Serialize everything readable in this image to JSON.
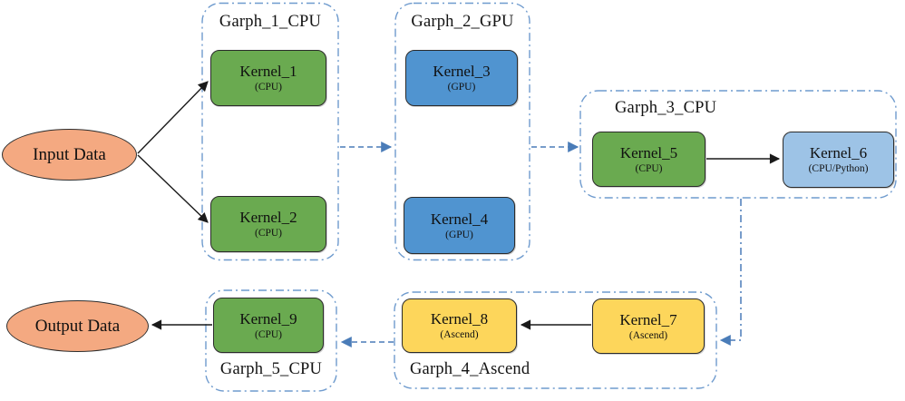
{
  "nodes": {
    "input": {
      "label": "Input Data"
    },
    "output": {
      "label": "Output Data"
    }
  },
  "groups": {
    "g1": {
      "label": "Garph_1_CPU"
    },
    "g2": {
      "label": "Garph_2_GPU"
    },
    "g3": {
      "label": "Garph_3_CPU"
    },
    "g4": {
      "label": "Garph_4_Ascend"
    },
    "g5": {
      "label": "Garph_5_CPU"
    }
  },
  "kernels": {
    "k1": {
      "name": "Kernel_1",
      "device": "(CPU)"
    },
    "k2": {
      "name": "Kernel_2",
      "device": "(CPU)"
    },
    "k3": {
      "name": "Kernel_3",
      "device": "(GPU)"
    },
    "k4": {
      "name": "Kernel_4",
      "device": "(GPU)"
    },
    "k5": {
      "name": "Kernel_5",
      "device": "(CPU)"
    },
    "k6": {
      "name": "Kernel_6",
      "device": "(CPU/Python)"
    },
    "k7": {
      "name": "Kernel_7",
      "device": "(Ascend)"
    },
    "k8": {
      "name": "Kernel_8",
      "device": "(Ascend)"
    },
    "k9": {
      "name": "Kernel_9",
      "device": "(CPU)"
    }
  },
  "edges": [
    {
      "from": "Input Data",
      "to": "Kernel_1",
      "style": "solid"
    },
    {
      "from": "Input Data",
      "to": "Kernel_2",
      "style": "solid"
    },
    {
      "from": "Garph_1_CPU",
      "to": "Garph_2_GPU",
      "style": "dashed"
    },
    {
      "from": "Garph_2_GPU",
      "to": "Garph_3_CPU",
      "style": "dashed"
    },
    {
      "from": "Kernel_5",
      "to": "Kernel_6",
      "style": "solid"
    },
    {
      "from": "Garph_3_CPU",
      "to": "Garph_4_Ascend",
      "style": "dashed"
    },
    {
      "from": "Kernel_7",
      "to": "Kernel_8",
      "style": "solid"
    },
    {
      "from": "Garph_4_Ascend",
      "to": "Garph_5_CPU",
      "style": "dashed"
    },
    {
      "from": "Kernel_9",
      "to": "Output Data",
      "style": "solid"
    }
  ],
  "colors": {
    "cpu_green": "#6aaa50",
    "gpu_blue": "#5094d0",
    "python_light_blue": "#9dc3e6",
    "ascend_yellow": "#fdd65b",
    "data_orange": "#f4a981",
    "group_border_blue": "#6f9bce",
    "connector_blue": "#4a7cb8",
    "edge_black": "#1a1a1a"
  }
}
